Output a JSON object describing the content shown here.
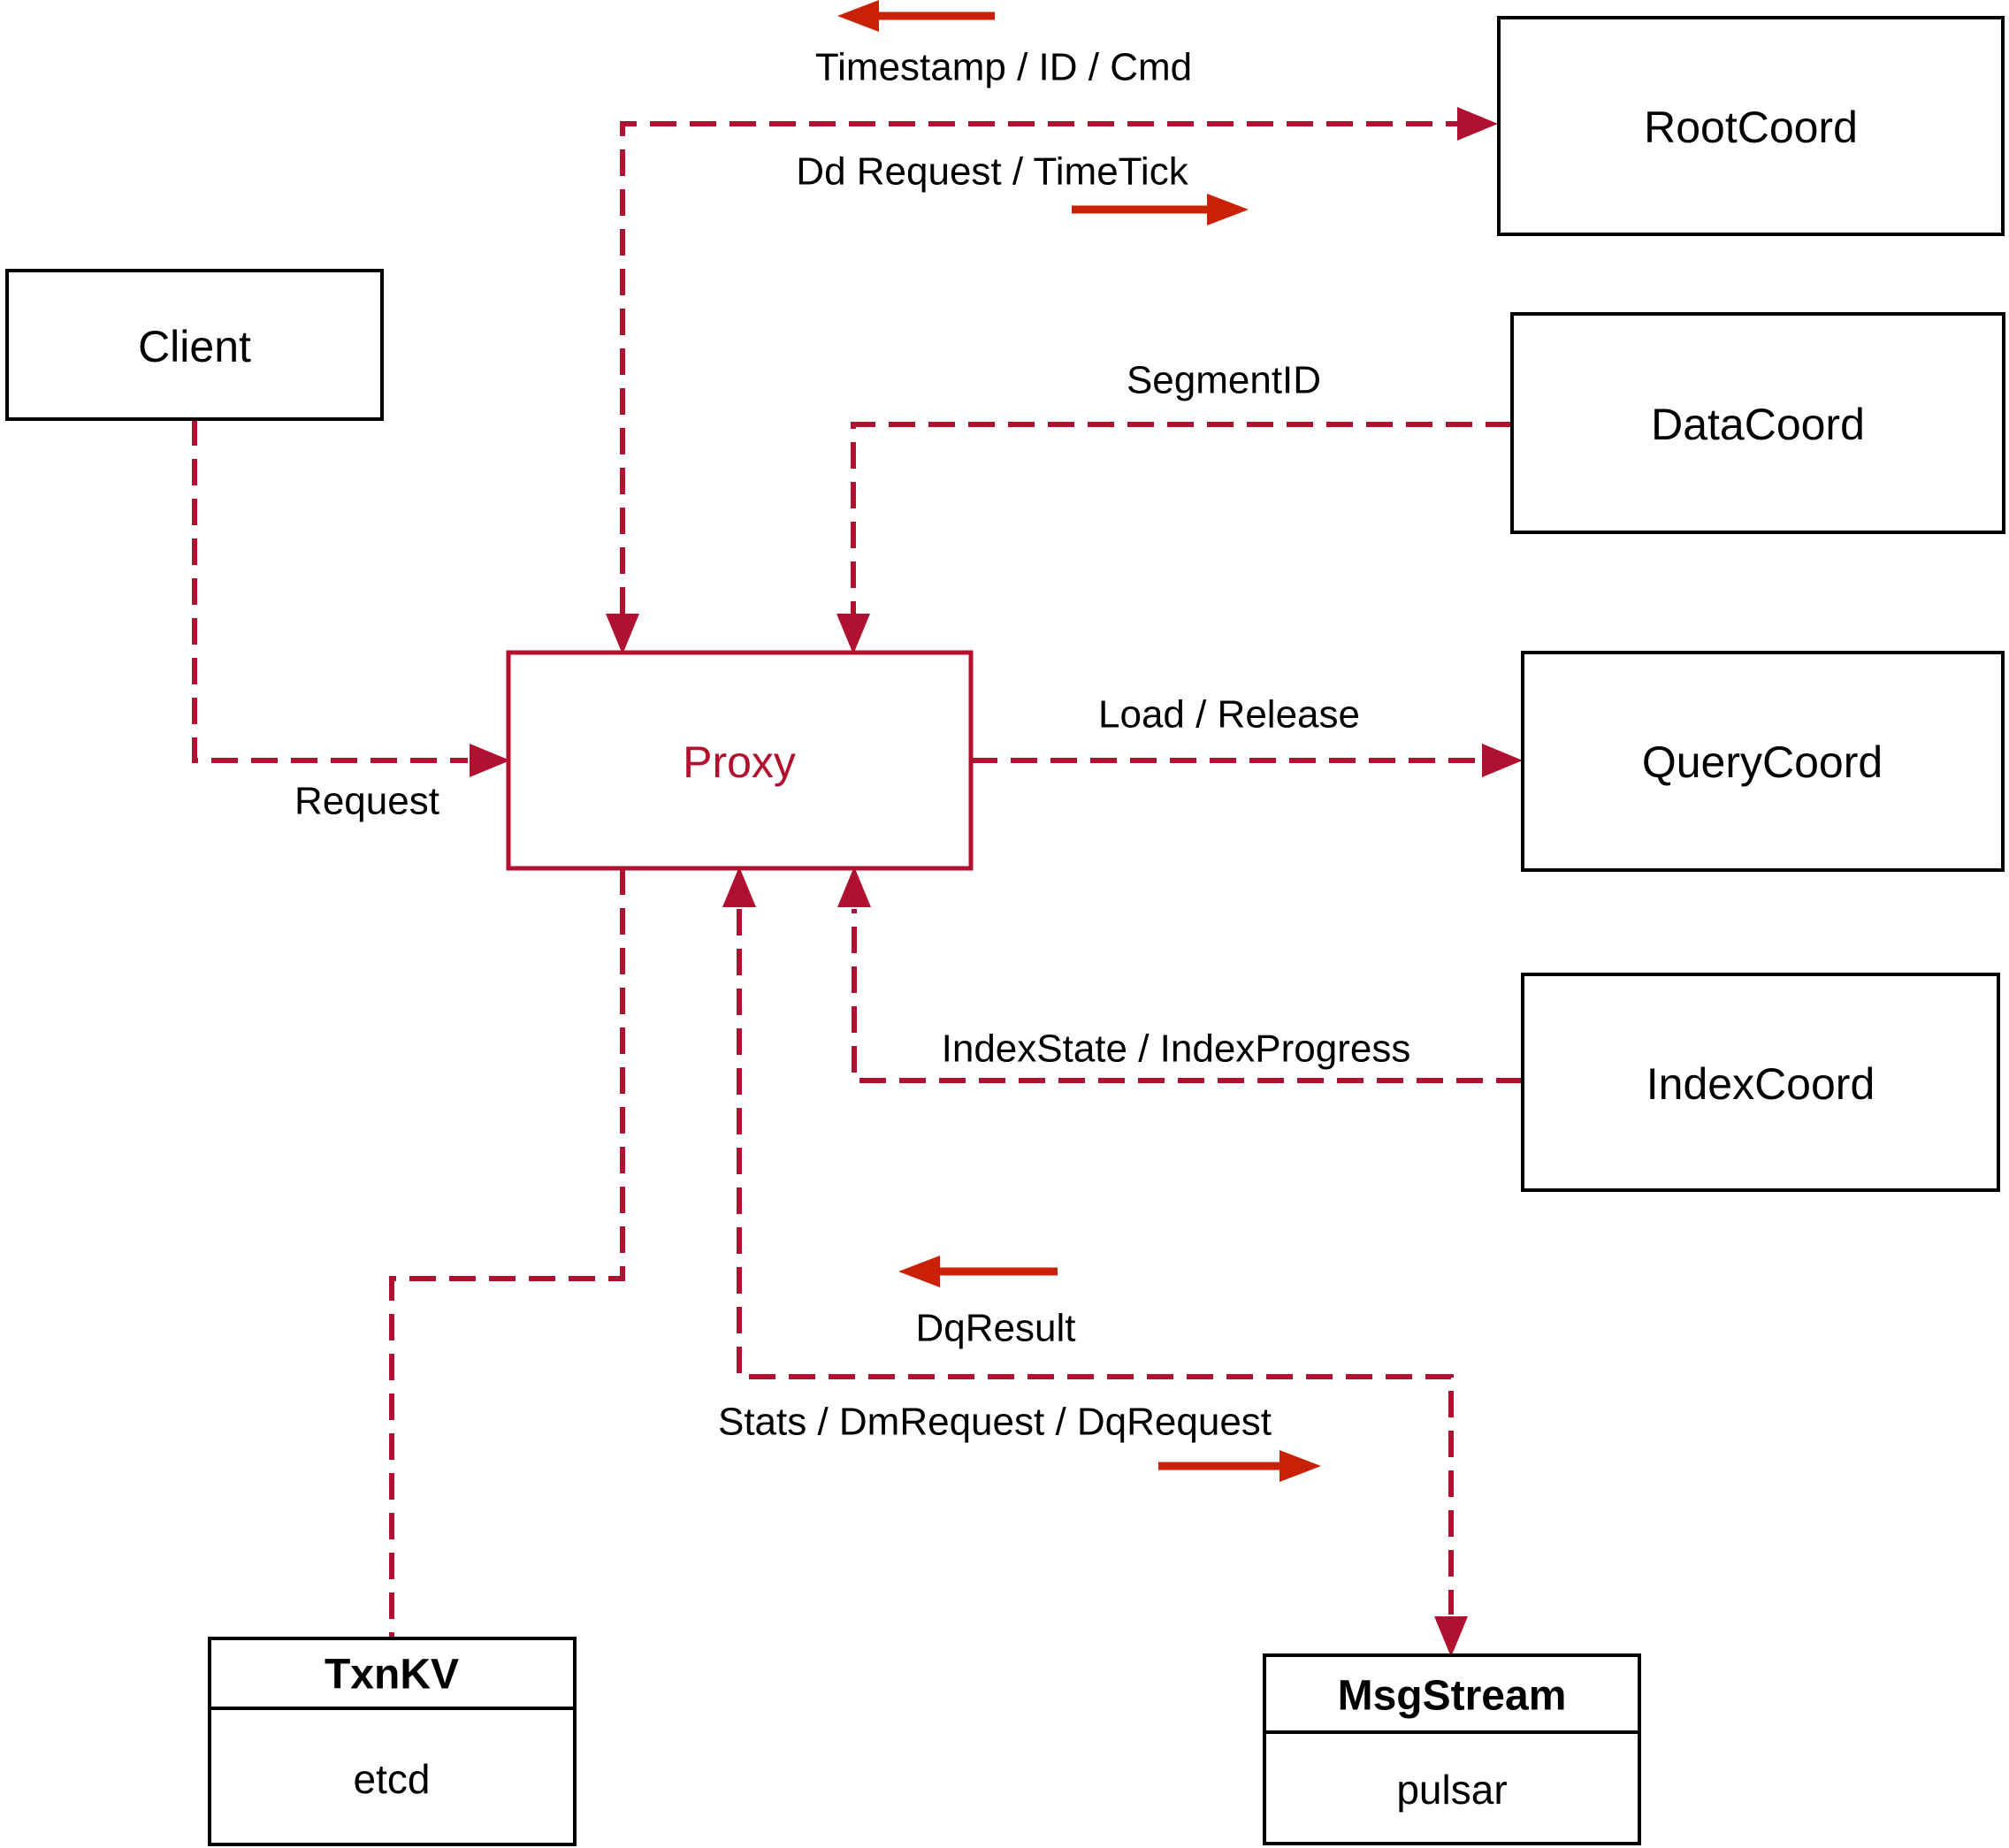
{
  "diagram": {
    "nodes": {
      "client": {
        "label": "Client"
      },
      "proxy": {
        "label": "Proxy"
      },
      "rootcoord": {
        "label": "RootCoord"
      },
      "datacoord": {
        "label": "DataCoord"
      },
      "querycoord": {
        "label": "QueryCoord"
      },
      "indexcoord": {
        "label": "IndexCoord"
      },
      "txnkv": {
        "title": "TxnKV",
        "subtitle": "etcd"
      },
      "msgstream": {
        "title": "MsgStream",
        "subtitle": "pulsar"
      }
    },
    "edge_labels": {
      "timestamp_id_cmd": "Timestamp / ID / Cmd",
      "dd_request_timetick": "Dd Request / TimeTick",
      "segment_id": "SegmentID",
      "request": "Request",
      "load_release": "Load / Release",
      "index_state_progress": "IndexState / IndexProgress",
      "dq_result": "DqResult",
      "stats_dm_dq": "Stats / DmRequest / DqRequest"
    },
    "colors": {
      "line": "#b01130",
      "solid_arrow": "#c92107",
      "box_border": "#000000",
      "proxy_accent": "#b2112e",
      "text": "#000000",
      "background": "#ffffff"
    }
  }
}
